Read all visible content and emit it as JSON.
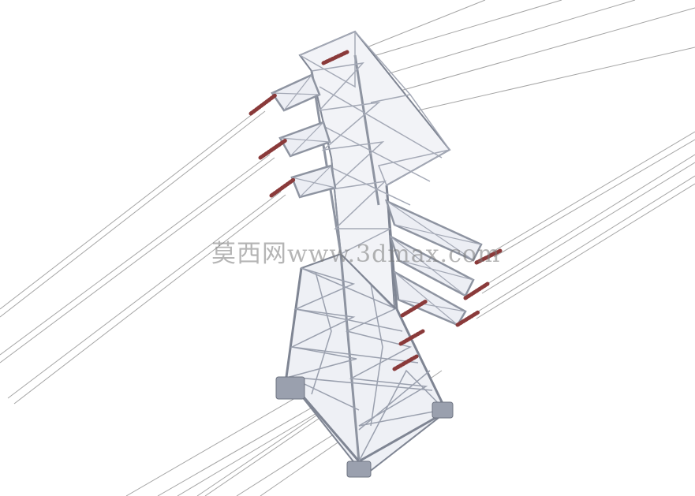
{
  "image": {
    "subject": "transmission-tower-3d-render",
    "colors": {
      "background": "#ffffff",
      "steel": "#b9bdc8",
      "steel_dark": "#7f8593",
      "steel_light": "#dfe2ea",
      "wire": "#9a9a9a",
      "insulator": "#8a3a3a",
      "insulator_light": "#c48080",
      "watermark": "#7a7a7a"
    }
  },
  "watermark": {
    "text_cn": "莫西网",
    "text_url": "www.3dmax.com"
  }
}
